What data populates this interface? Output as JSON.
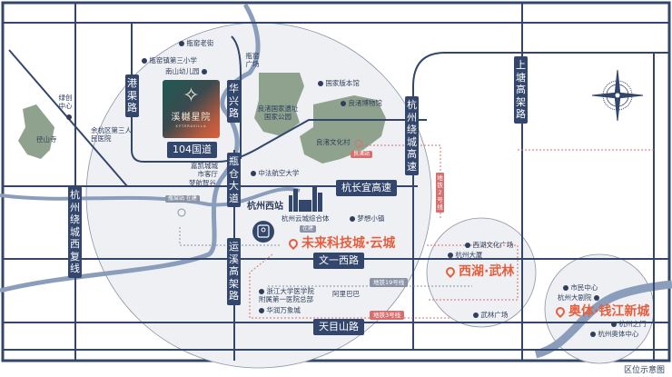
{
  "project": {
    "name": "溪樾星院",
    "subtitle": "XYTERAVILLA",
    "icon": "four-point-star-icon"
  },
  "roads": {
    "gangqu": "港渠路",
    "huaxing": "华兴路",
    "guodao104": "104国道",
    "pingcang": "瓶仓大道",
    "hangzhou_west_belt": "杭州绕城西复线",
    "hangchangyi": "杭长宜高速",
    "hangzhou_ring": "杭州绕城高速",
    "shangtang": "上塘高架路",
    "yunxi": "运溪高架路",
    "wenyi_west": "文一西路",
    "tianmushan": "天目山路"
  },
  "metro": {
    "line2": "地铁2号线",
    "line19": "地铁19号线",
    "line3": "地铁3号线",
    "station_liangzhu": "良渚站",
    "station_pingyao": "瓶窑站 在建"
  },
  "pois": {
    "pingyao_old_street": "瓶窑老街",
    "pingyao_3rd_school": "瓶窑镇第三小学",
    "nanshan_kindergarten": "南山幼儿园",
    "lvchuang_center": "绿创中心",
    "jingshan_temple": "径山寺",
    "yuhang_3rd_hospital": "余杭区第三人民医院",
    "pingyao_square": "瓶窑广场",
    "liangzhu_park": "良渚国家遗址国家公园",
    "national_edition_museum": "国家版本馆",
    "liangzhu_museum": "良渚博物馆",
    "liangzhu_culture_village": "良渚文化村",
    "city_hall": "嘉凯城城市客厅",
    "menghang_valley": "梦航智谷",
    "zhongfa_aviation": "中法航空大学",
    "hangzhou_west_station": "杭州西站",
    "yuncheng_complex": "杭州云城综合体",
    "under_construction": "在建",
    "dream_town": "梦想小镇",
    "zju_hospital": "浙江大学医学院附属第一医院总部",
    "alibaba": "阿里巴巴",
    "huarun_mixc": "华润万象城",
    "xihu_culture_square": "西湖文化广场",
    "hangzhou_tower": "杭州大厦",
    "wulin_square": "武林广场",
    "civic_center": "市民中心",
    "hangzhou_grand_theater": "杭州大剧院",
    "hangzhou_gate": "杭州之门",
    "olympic_center": "杭州奥体中心"
  },
  "districts": {
    "future_tech_city": "未来科技城·云城",
    "xihu_wulin": "西湖·武林",
    "olympic_qianjiang": "奥体·钱江新城"
  },
  "compass": {
    "icon": "compass-rose-icon"
  },
  "caption": "区位示意图",
  "colors": {
    "road": "#33466b",
    "accent": "#e45f3e",
    "metro": "#d86f6f",
    "green": "#8fa28e",
    "river": "#8a9dbb"
  }
}
